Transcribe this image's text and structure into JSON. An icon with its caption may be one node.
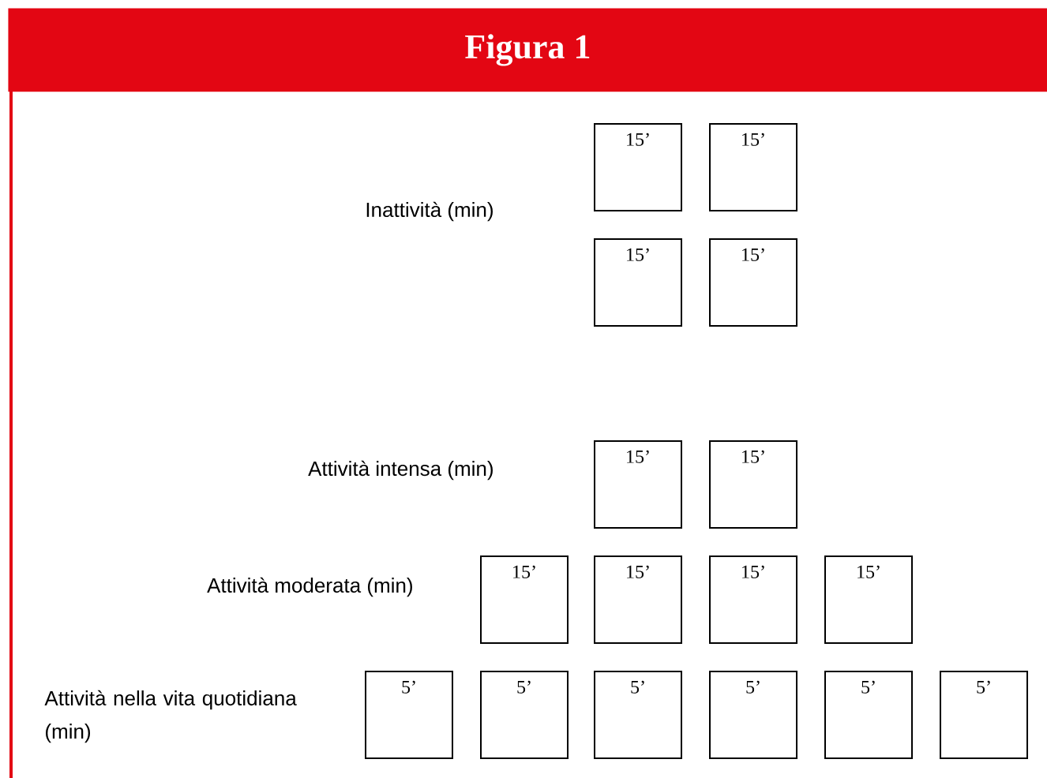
{
  "diagram": {
    "title": "Figura 1",
    "nodes": [
      {
        "text": [
          "15’"
        ]
      },
      {
        "text": [
          "15’"
        ]
      },
      {
        "text": [
          "15’"
        ]
      },
      {
        "text": [
          "15’"
        ]
      },
      {
        "text": [
          "15’"
        ]
      },
      {
        "text": [
          "15’"
        ]
      },
      {
        "text": [
          "15’"
        ]
      },
      {
        "text": [
          "15’"
        ]
      },
      {
        "text": [
          "15’"
        ]
      },
      {
        "text": [
          "15’"
        ]
      },
      {
        "text": [
          "5’"
        ]
      },
      {
        "text": [
          "5’"
        ]
      },
      {
        "text": [
          "5’"
        ]
      },
      {
        "text": [
          "5’"
        ]
      },
      {
        "text": [
          "5’"
        ]
      },
      {
        "text": [
          "5’"
        ]
      }
    ],
    "labels": [
      "Inattività (min)",
      "Attività intensa (min)",
      "Attività moderata (min)",
      "Attività nella vita quotidiana (min)"
    ]
  }
}
